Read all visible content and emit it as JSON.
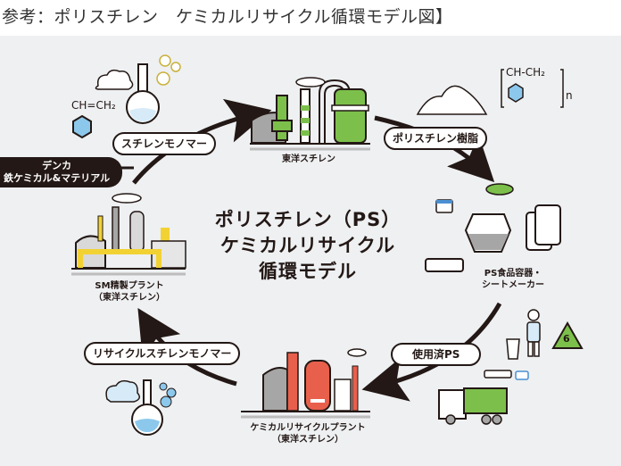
{
  "caption": "参考：ポリスチレン　ケミカルリサイクル循環モデル図】",
  "diagram": {
    "center_title": {
      "line1": "ポリスチレン（PS）",
      "line2": "ケミカルリサイクル",
      "line3": "循環モデル"
    },
    "nodes": {
      "toyo_styrene": "東洋スチレン",
      "ps_maker_line1": "PS食品容器・",
      "ps_maker_line2": "シートメーカー",
      "chem_plant_line1": "ケミカルリサイクルプラント",
      "chem_plant_line2": "（東洋スチレン）",
      "sm_plant_line1": "SM精製プラント",
      "sm_plant_line2": "（東洋スチレン）"
    },
    "flows": {
      "styrene_monomer": "スチレンモノマー",
      "polystyrene_resin": "ポリスチレン樹脂",
      "used_ps": "使用済PS",
      "recycled_monomer": "リサイクルスチレンモノマー"
    },
    "supplier": {
      "line1": "デンカ",
      "line2": "鉄ケミカル&マテリアル"
    },
    "chemistry": {
      "monomer_formula": "CH=CH₂",
      "polymer_formula": "CH-CH₂",
      "polymer_subscript": "n",
      "recycle_code": "6"
    },
    "colors": {
      "arrow": "#231815",
      "toyo_green": "#7cc04b",
      "sm_yellow": "#f2d233",
      "chem_red": "#e8604c",
      "plant_gray": "#a6a6a6",
      "benzene_blue": "#8cc8ec",
      "background": "#eef0f2"
    }
  }
}
